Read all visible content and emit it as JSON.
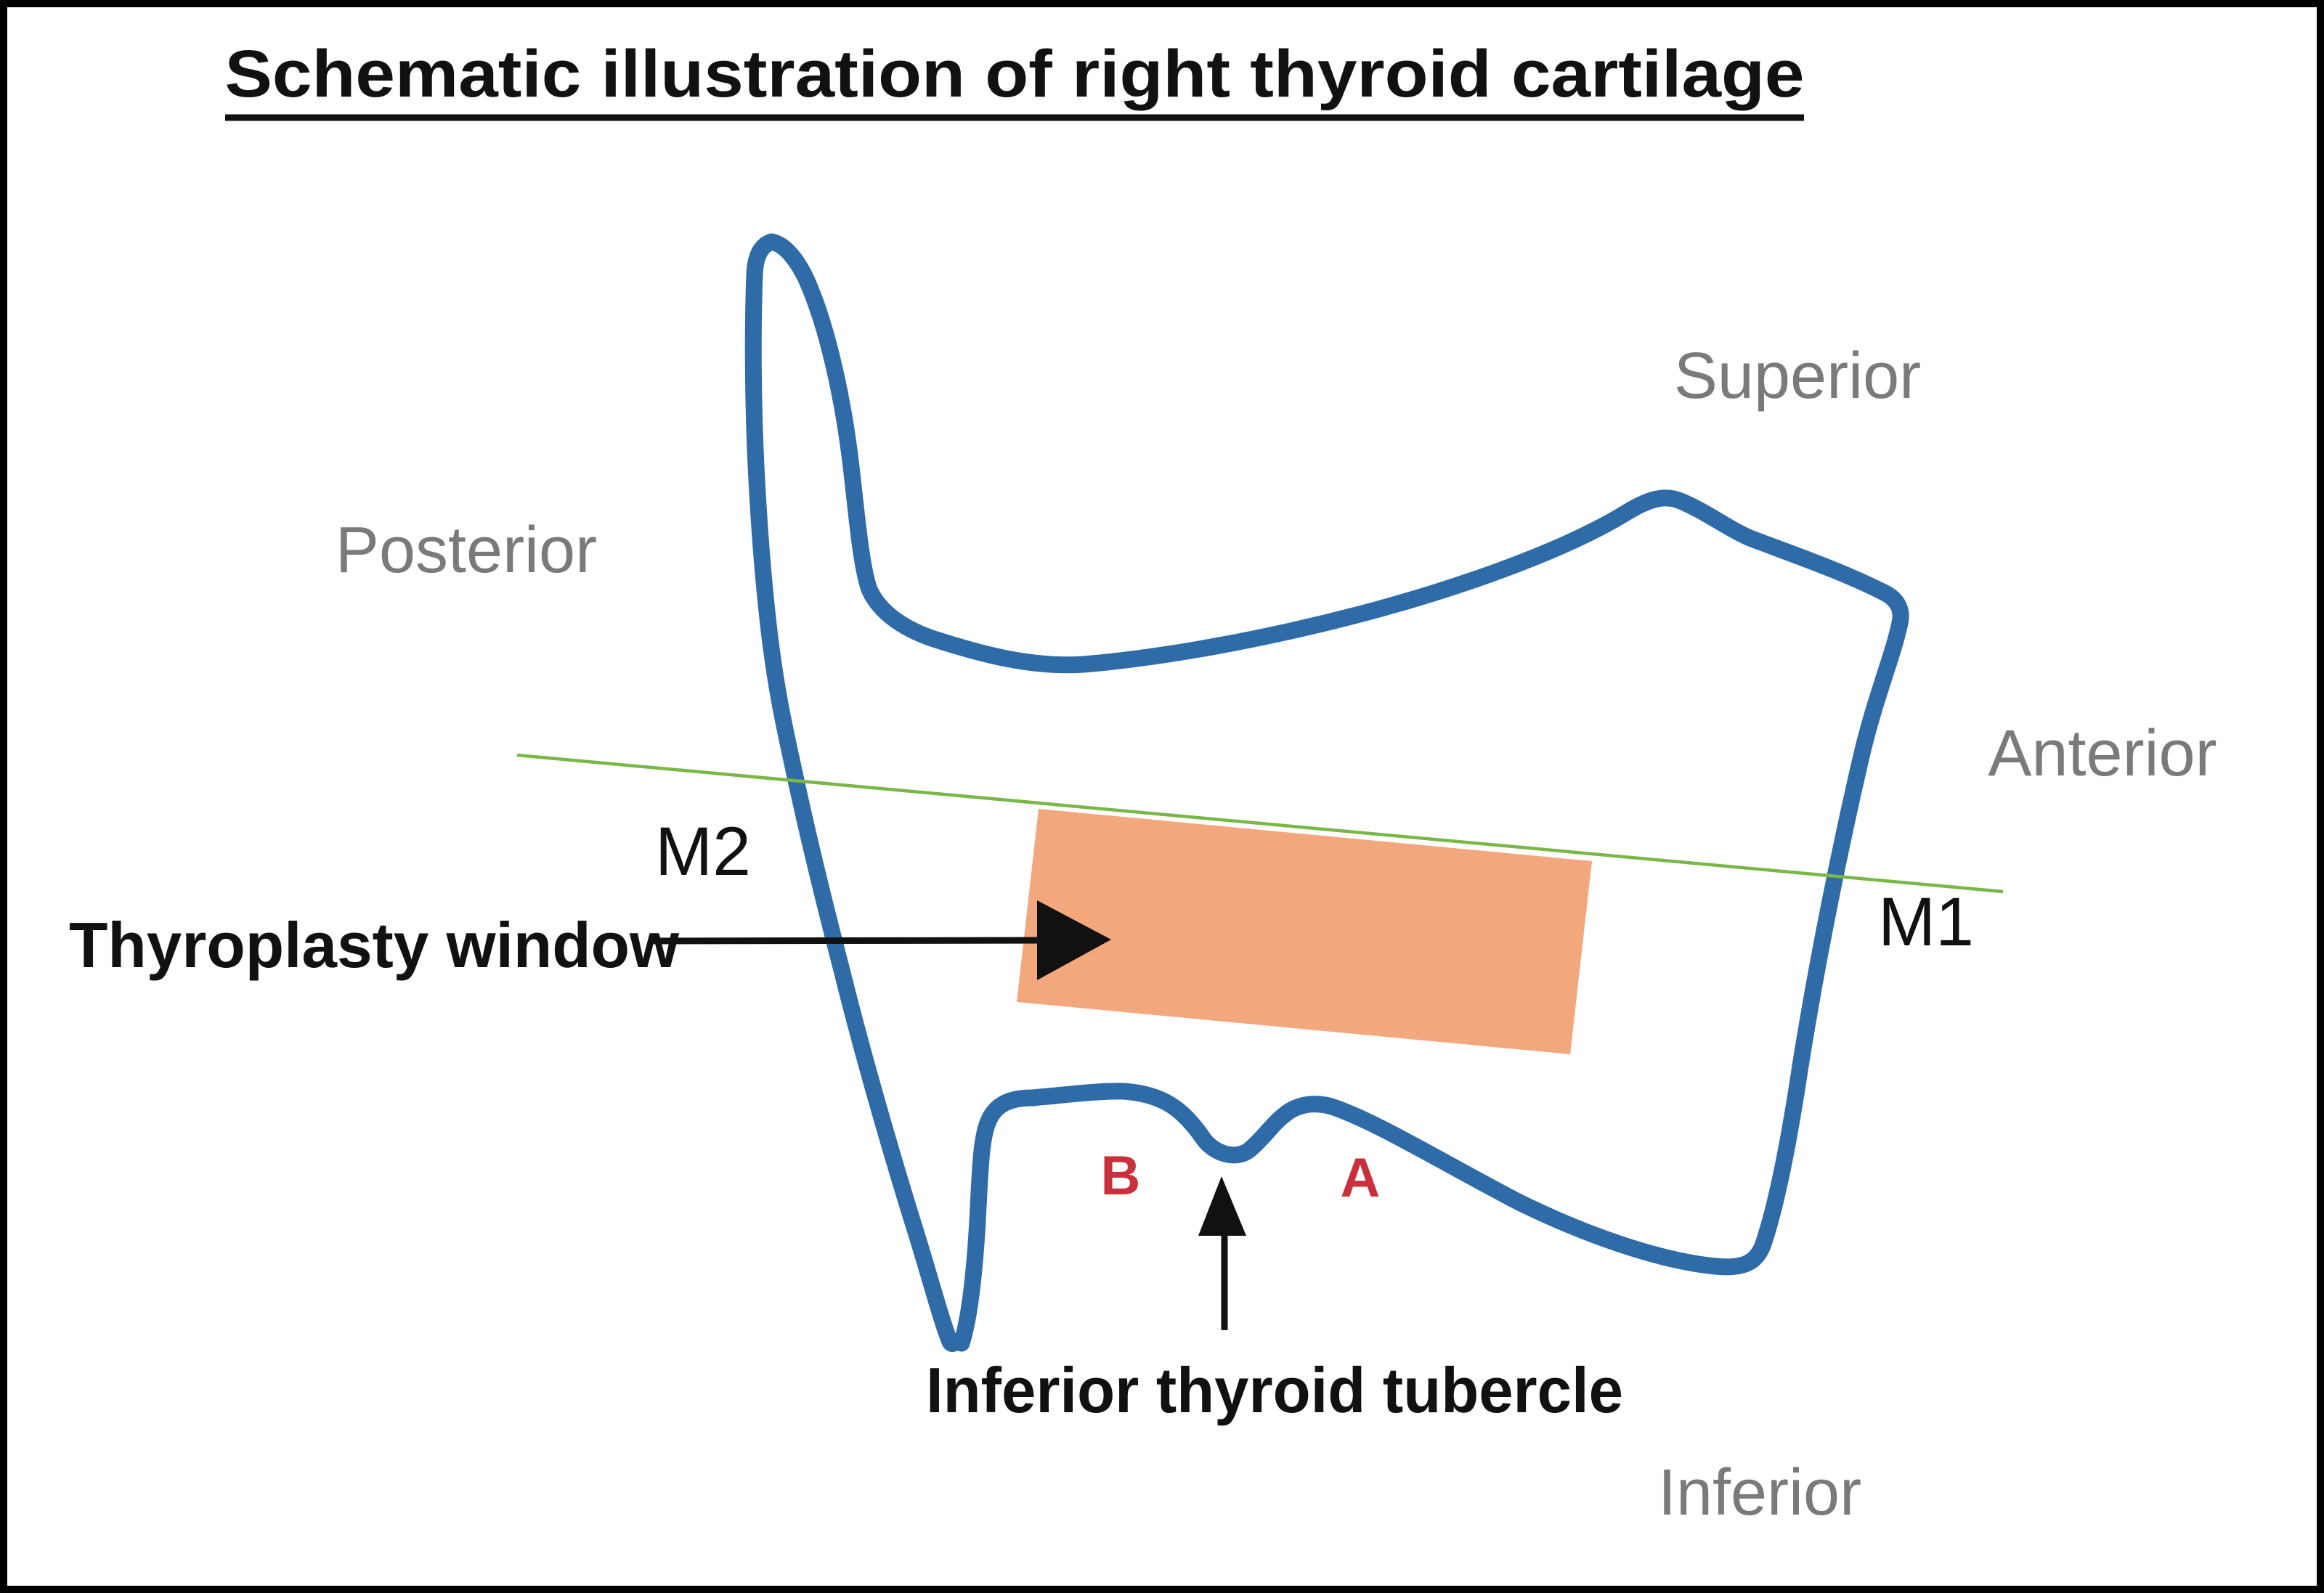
{
  "figure": {
    "title": "Schematic illustration of right thyroid cartilage"
  },
  "orientation_labels": {
    "superior": "Superior",
    "posterior": "Posterior",
    "anterior": "Anterior",
    "inferior": "Inferior"
  },
  "measurement_line": {
    "m1_label": "M1",
    "m2_label": "M2"
  },
  "annotations": {
    "thyroplasty_window_label": "Thyroplasty window",
    "inferior_thyroid_tubercle_label": "Inferior thyroid tubercle",
    "marker_a": "A",
    "marker_b": "B"
  },
  "colors": {
    "background": "#ffffff",
    "frame": "#000000",
    "text": "#111111",
    "cartilage-outline": "#2f6ba7",
    "window-fill": "#f3a77c",
    "measurement-line": "#7ab648",
    "gray-label": "#7a7a7a",
    "red-marker": "#c9303c"
  }
}
